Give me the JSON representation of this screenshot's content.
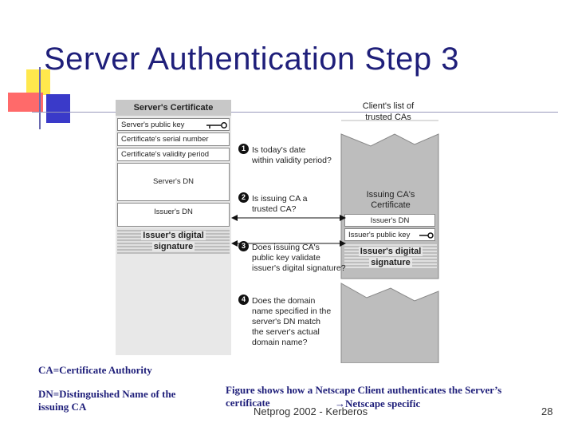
{
  "slide": {
    "title": "Server Authentication Step 3",
    "page_number": "28",
    "footer_text": "Netprog 2002 - Kerberos"
  },
  "server_certificate": {
    "heading": "Server's Certificate",
    "fields": [
      "Server's public key",
      "Certificate's serial number",
      "Certificate's validity period",
      "Server's DN",
      "Issuer's DN"
    ],
    "signature": [
      "Issuer's digital",
      "signature"
    ]
  },
  "client_list": {
    "heading_lines": [
      "Client's list of",
      "trusted CAs"
    ],
    "ca_cert_heading_lines": [
      "Issuing CA's",
      "Certificate"
    ],
    "ca_fields": [
      "Issuer's DN",
      "Issuer's public key"
    ],
    "signature": [
      "Issuer's digital",
      "signature"
    ]
  },
  "steps": [
    {
      "num": "1",
      "text": "Is today's date\nwithin validity period?"
    },
    {
      "num": "2",
      "text": "Is issuing CA a\ntrusted CA?"
    },
    {
      "num": "3",
      "text": "Does issuing CA's\npublic key validate\nissuer's digital signature?"
    },
    {
      "num": "4",
      "text": "Does the domain\nname specified in the\nserver's DN match\nthe server's actual\ndomain name?"
    }
  ],
  "notes": {
    "ca": "CA=Certificate Authority",
    "dn": "DN=Distinguished Name of the issuing CA",
    "figure_caption": "Figure shows how a Netscape Client authenticates the Server’s certificate",
    "netscape_specific": "Netscape specific"
  },
  "colors": {
    "title": "#1f1f7a",
    "deco_yellow": "#ffe84d",
    "deco_red": "#ff6a6a",
    "deco_blue": "#3a3ac9"
  }
}
